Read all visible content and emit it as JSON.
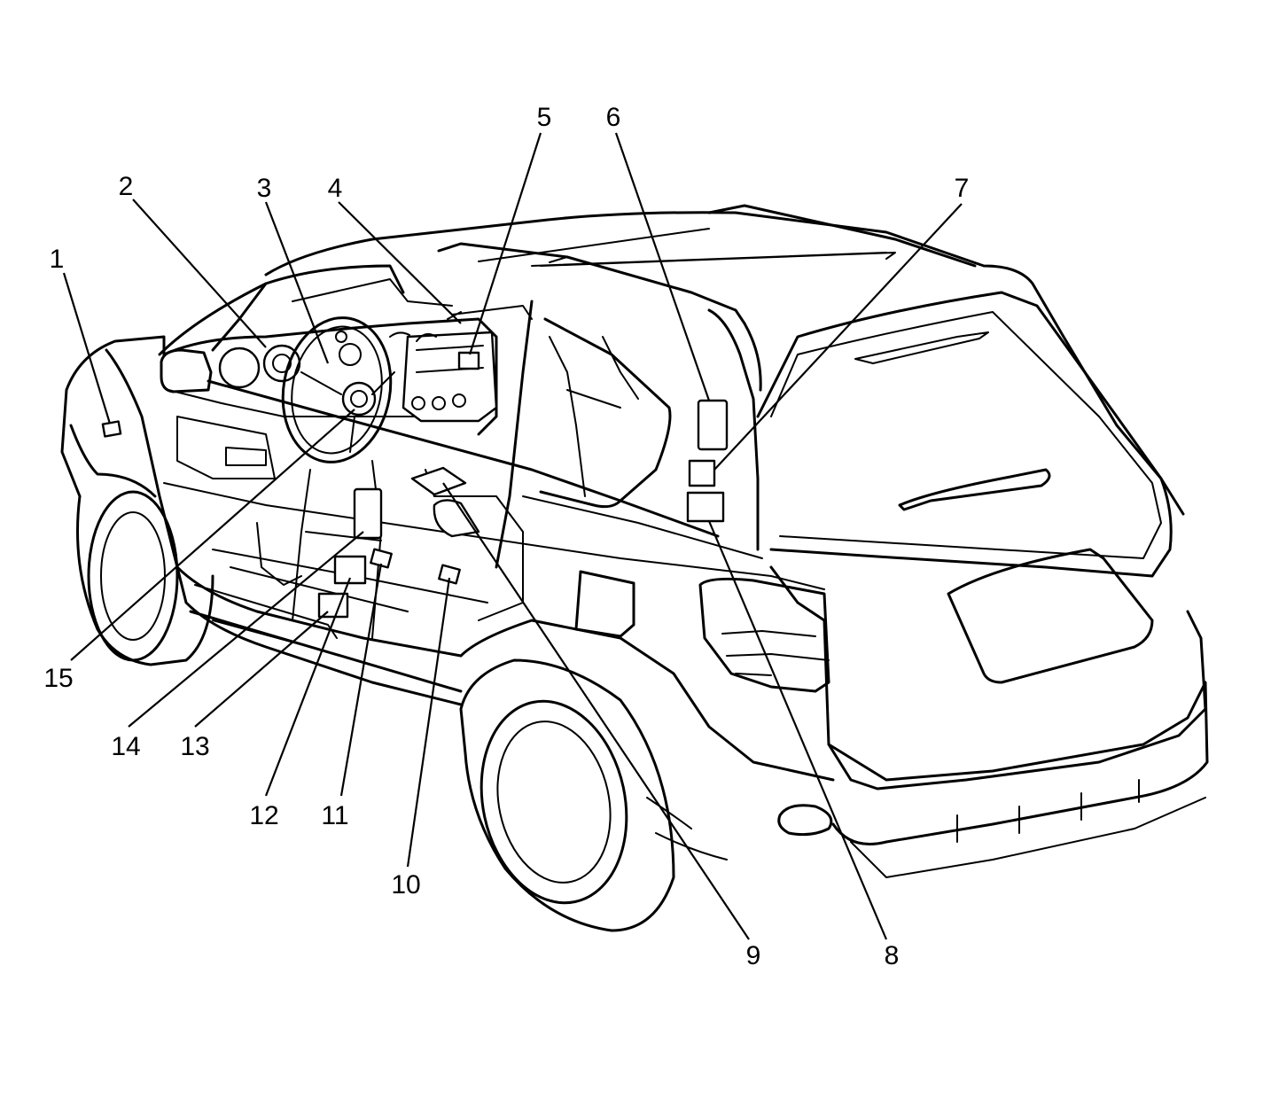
{
  "diagram": {
    "callouts": [
      {
        "id": 1,
        "label": "1"
      },
      {
        "id": 2,
        "label": "2"
      },
      {
        "id": 3,
        "label": "3"
      },
      {
        "id": 4,
        "label": "4"
      },
      {
        "id": 5,
        "label": "5"
      },
      {
        "id": 6,
        "label": "6"
      },
      {
        "id": 7,
        "label": "7"
      },
      {
        "id": 8,
        "label": "8"
      },
      {
        "id": 9,
        "label": "9"
      },
      {
        "id": 10,
        "label": "10"
      },
      {
        "id": 11,
        "label": "11"
      },
      {
        "id": 12,
        "label": "12"
      },
      {
        "id": 13,
        "label": "13"
      },
      {
        "id": 14,
        "label": "14"
      },
      {
        "id": 15,
        "label": "15"
      }
    ],
    "colors": {
      "ink": "#000000",
      "paper": "#ffffff"
    }
  }
}
